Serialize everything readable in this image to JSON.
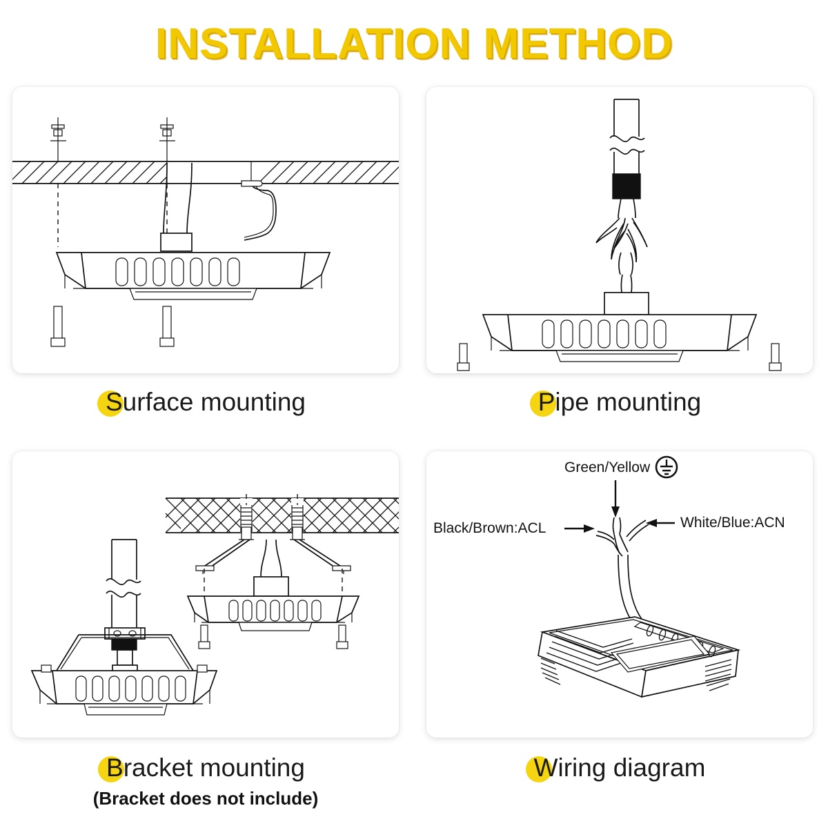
{
  "page": {
    "title": "INSTALLATION METHOD",
    "title_color": "#F2C800",
    "accent_dot_color": "#F5D411",
    "background_color": "#FFFFFF",
    "line_color": "#111111"
  },
  "panels": [
    {
      "id": "surface-mounting",
      "caption_initial": "S",
      "caption_rest": "urface mounting",
      "caption_full": "Surface mounting",
      "subcaption": "",
      "diagram": {
        "type": "section-view",
        "elements": [
          "hatched-ceiling",
          "anchor-bolts",
          "centerlines",
          "canopy-light-fixture",
          "cooling-fins",
          "wire-conduit",
          "mounting-screws"
        ]
      }
    },
    {
      "id": "pipe-mounting",
      "caption_initial": "P",
      "caption_rest": "ipe mounting",
      "caption_full": "Pipe mounting",
      "subcaption": "",
      "diagram": {
        "type": "section-view",
        "elements": [
          "vertical-pipe",
          "break-symbol",
          "black-connector",
          "splayed-wires",
          "canopy-light-fixture",
          "cooling-fins",
          "mounting-screws"
        ]
      }
    },
    {
      "id": "bracket-mounting",
      "caption_initial": "B",
      "caption_rest": "racket mounting",
      "caption_full": "Bracket mounting",
      "subcaption": "(Bracket does not include)",
      "diagram": {
        "type": "section-view-dual",
        "elements": [
          "crosshatch-ceiling",
          "threaded-anchors",
          "v-bracket-arms",
          "canopy-light-fixture",
          "vertical-pipe",
          "pipe-clamp",
          "break-symbol",
          "mounting-screws",
          "centerlines"
        ]
      }
    },
    {
      "id": "wiring-diagram",
      "caption_initial": "W",
      "caption_rest": "iring diagram",
      "caption_full": "Wiring diagram",
      "subcaption": "",
      "diagram": {
        "type": "isometric-view",
        "elements": [
          "three-core-cable",
          "splayed-conductors",
          "canopy-light-fixture-3d",
          "cooling-fins",
          "lens-panel"
        ],
        "labels": {
          "ground": "Green/Yellow",
          "ground_symbol": "earth-ground-icon",
          "live": "Black/Brown:ACL",
          "neutral": "White/Blue:ACN"
        }
      }
    }
  ]
}
